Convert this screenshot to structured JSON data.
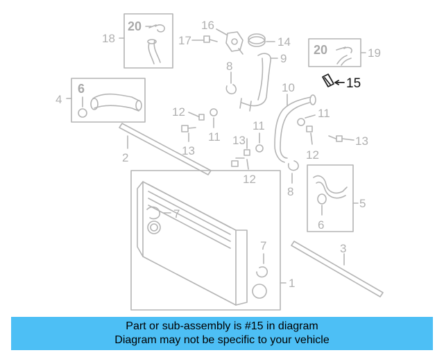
{
  "diagram": {
    "highlight_color": "#000000",
    "callouts": {
      "c1": "1",
      "c2": "2",
      "c3": "3",
      "c4": "4",
      "c5": "5",
      "c6a": "6",
      "c6b": "6",
      "c7a": "7",
      "c7b": "7",
      "c8a": "8",
      "c8b": "8",
      "c9": "9",
      "c10": "10",
      "c11a": "11",
      "c11b": "11",
      "c11c": "11",
      "c12a": "12",
      "c12b": "12",
      "c12c": "12",
      "c13a": "13",
      "c13b": "13",
      "c13c": "13",
      "c14": "14",
      "c15": "15",
      "c16": "16",
      "c17": "17",
      "c18": "18",
      "c19": "19",
      "c20a": "20",
      "c20b": "20"
    }
  },
  "banner": {
    "color": "#4dbff5",
    "line1": "Part or sub-assembly is #15 in diagram",
    "line2": "Diagram may not be specific to your vehicle"
  }
}
